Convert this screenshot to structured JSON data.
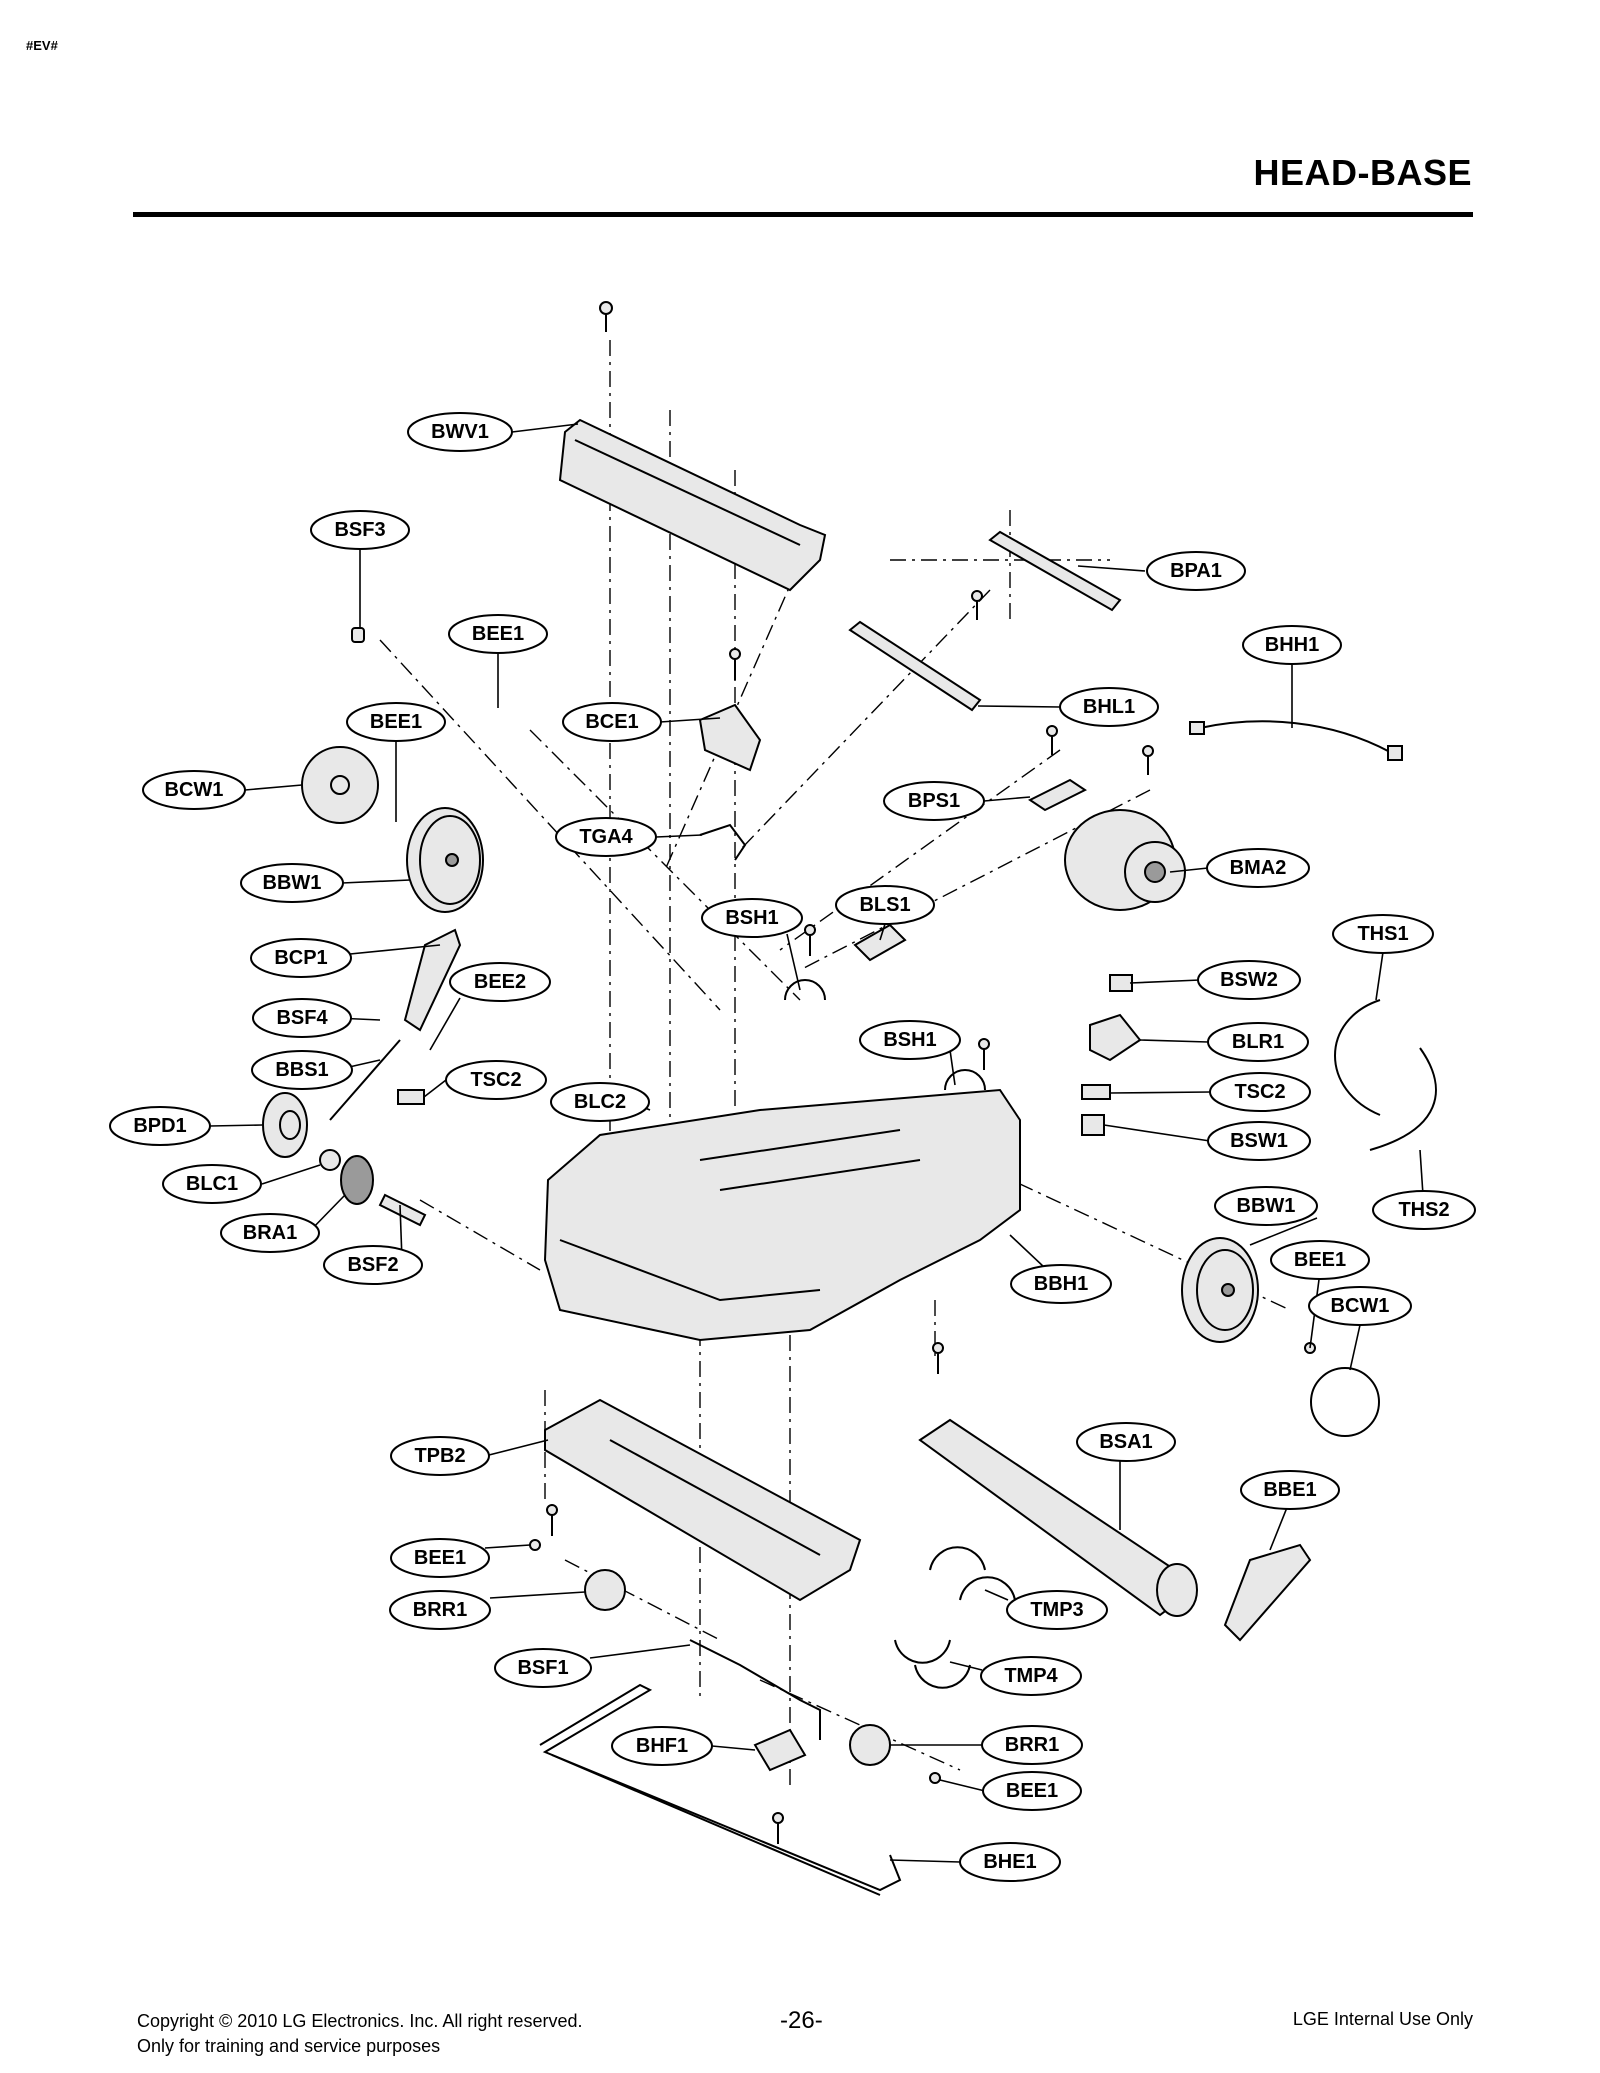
{
  "header": {
    "tag": "#EV#",
    "title": "HEAD-BASE"
  },
  "labels": {
    "bwv1": "BWV1",
    "bsf3": "BSF3",
    "bee1_a": "BEE1",
    "bee1_b": "BEE1",
    "bce1": "BCE1",
    "bpa1": "BPA1",
    "bhh1": "BHH1",
    "bhl1": "BHL1",
    "bcw1_a": "BCW1",
    "bps1": "BPS1",
    "tga4": "TGA4",
    "bma2": "BMA2",
    "bbw1_a": "BBW1",
    "bls1": "BLS1",
    "bsh1_a": "BSH1",
    "ths1": "THS1",
    "bcp1": "BCP1",
    "bee2": "BEE2",
    "bsw2": "BSW2",
    "bsf4": "BSF4",
    "bsh1_b": "BSH1",
    "blr1": "BLR1",
    "bbs1": "BBS1",
    "tsc2_a": "TSC2",
    "blc2": "BLC2",
    "tsc2_b": "TSC2",
    "bpd1": "BPD1",
    "bsw1": "BSW1",
    "blc1": "BLC1",
    "bbw1_b": "BBW1",
    "ths2": "THS2",
    "bra1": "BRA1",
    "bee1_c": "BEE1",
    "bsf2": "BSF2",
    "bbh1": "BBH1",
    "bcw1_b": "BCW1",
    "tpb2": "TPB2",
    "bsa1": "BSA1",
    "bbe1": "BBE1",
    "bee1_d": "BEE1",
    "brr1_a": "BRR1",
    "tmp3": "TMP3",
    "bsf1": "BSF1",
    "tmp4": "TMP4",
    "bhf1": "BHF1",
    "brr1_b": "BRR1",
    "bee1_e": "BEE1",
    "bhe1": "BHE1"
  },
  "footer": {
    "copyright": "Copyright © 2010 LG Electronics. Inc. All right reserved.",
    "training": "Only for training and service purposes",
    "page": "-26-",
    "internal": "LGE Internal Use Only"
  }
}
